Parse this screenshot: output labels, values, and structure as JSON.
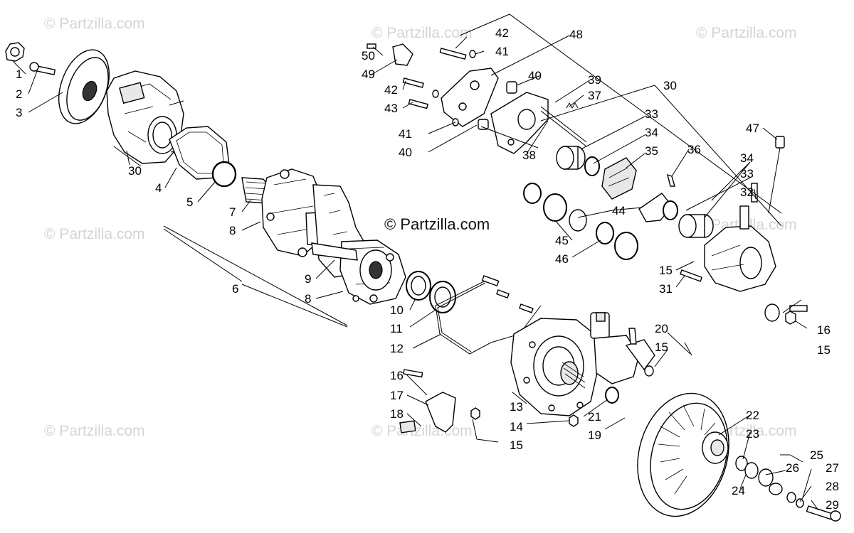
{
  "watermark": {
    "text": "© Partzilla.com",
    "center_text": "© Partzilla.com"
  },
  "callouts": {
    "c1": "1",
    "c2": "2",
    "c3": "3",
    "c4": "4",
    "c5": "5",
    "c6": "6",
    "c7": "7",
    "c8a": "8",
    "c8b": "8",
    "c9": "9",
    "c10": "10",
    "c11": "11",
    "c12": "12",
    "c13": "13",
    "c14": "14",
    "c15a": "15",
    "c15b": "15",
    "c15c": "15",
    "c15d": "15",
    "c16a": "16",
    "c16b": "16",
    "c17": "17",
    "c18": "18",
    "c19": "19",
    "c20": "20",
    "c21": "21",
    "c22": "22",
    "c23": "23",
    "c24": "24",
    "c25": "25",
    "c26": "26",
    "c27": "27",
    "c28": "28",
    "c29": "29",
    "c30a": "30",
    "c30b": "30",
    "c31": "31",
    "c32": "32",
    "c33a": "33",
    "c33b": "33",
    "c34a": "34",
    "c34b": "34",
    "c35": "35",
    "c36": "36",
    "c37": "37",
    "c38": "38",
    "c39": "39",
    "c40a": "40",
    "c40b": "40",
    "c41a": "41",
    "c41b": "41",
    "c42a": "42",
    "c42b": "42",
    "c43": "43",
    "c44": "44",
    "c45": "45",
    "c46": "46",
    "c47": "47",
    "c48": "48",
    "c49": "49",
    "c50": "50"
  }
}
